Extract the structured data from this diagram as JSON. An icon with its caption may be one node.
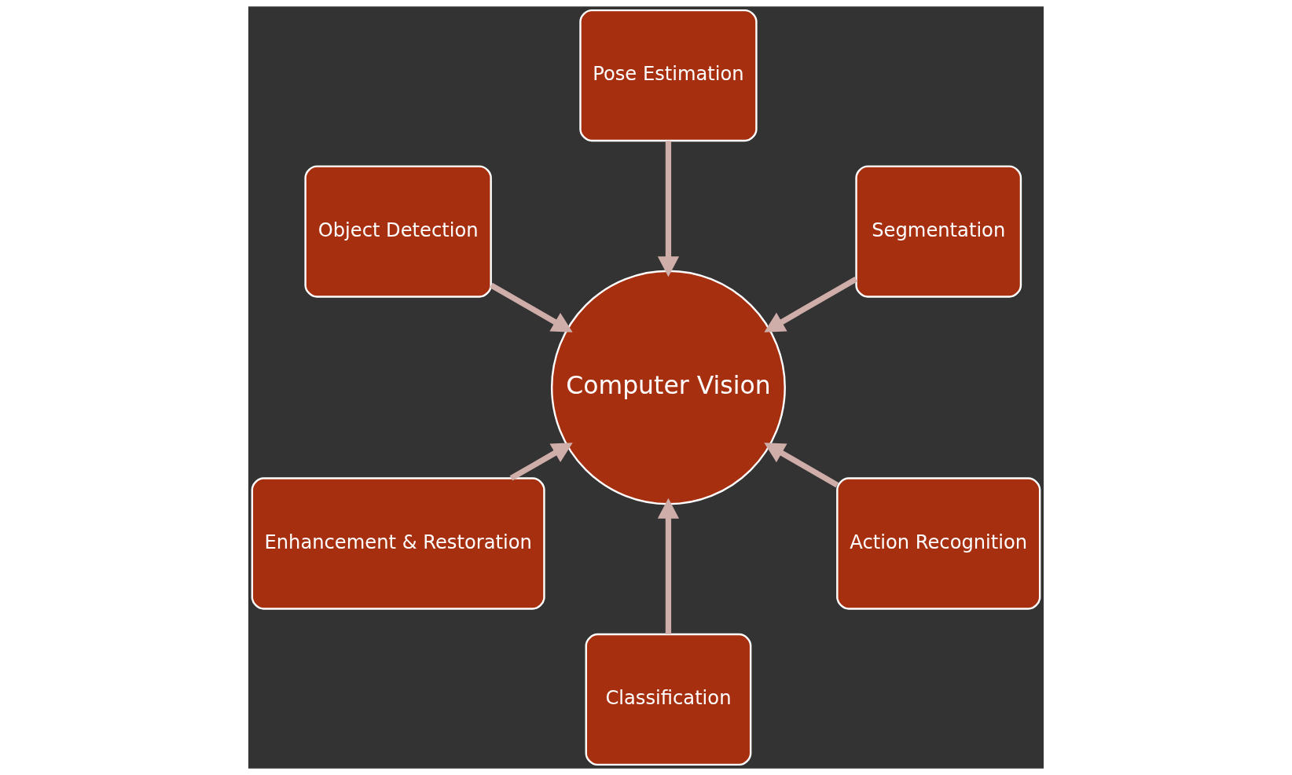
{
  "diagram": {
    "nodes": [
      {
        "text": [
          "Segmentation"
        ]
      },
      {
        "text": [
          "Pose Estimation"
        ]
      },
      {
        "text": [
          "Object Detection"
        ]
      },
      {
        "text": [
          "Enhancement & Restoration"
        ]
      },
      {
        "text": [
          "Classification"
        ]
      },
      {
        "text": [
          "Computer Vision"
        ]
      },
      {
        "text": [
          "Action Recognition"
        ]
      }
    ],
    "edges": [
      {
        "from": 4,
        "to": 5,
        "arrow": "to"
      },
      {
        "from": 2,
        "to": 5,
        "arrow": "to"
      },
      {
        "from": 0,
        "to": 5,
        "arrow": "to"
      },
      {
        "from": 1,
        "to": 5,
        "arrow": "to"
      },
      {
        "from": 3,
        "to": 5,
        "arrow": "to"
      },
      {
        "from": 6,
        "to": 5,
        "arrow": "to"
      }
    ]
  }
}
